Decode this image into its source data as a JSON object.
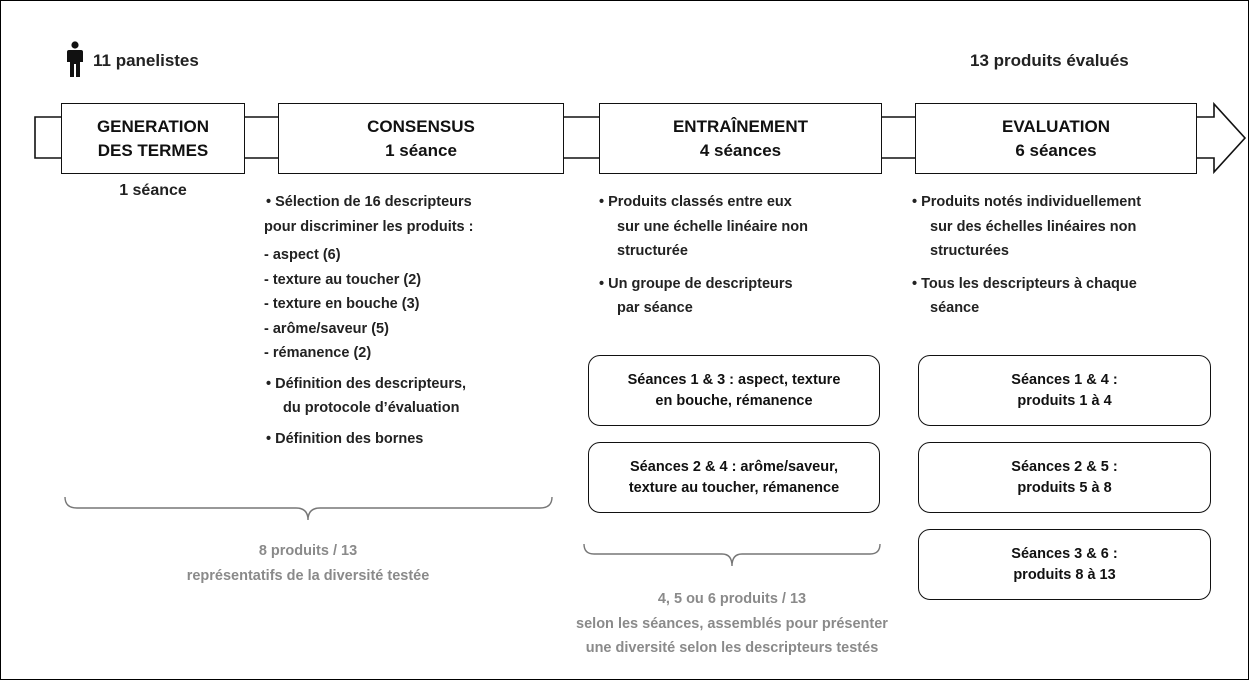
{
  "header": {
    "panelists": "11 panelistes",
    "products": "13 produits évalués"
  },
  "stages": [
    {
      "id": "generation",
      "title_line1": "GENERATION",
      "title_line2": "DES TERMES",
      "below": "1 séance"
    },
    {
      "id": "consensus",
      "title_line1": "CONSENSUS",
      "title_line2": "1 séance"
    },
    {
      "id": "entrainement",
      "title_line1": "ENTRAÎNEMENT",
      "title_line2": "4 séances"
    },
    {
      "id": "evaluation",
      "title_line1": "EVALUATION",
      "title_line2": "6 séances"
    }
  ],
  "consensus": {
    "bullet1_line1": "•  Sélection de 16 descripteurs",
    "bullet1_line2": "pour discriminer les produits :",
    "items": [
      "- aspect (6)",
      "- texture au toucher (2)",
      "- texture en bouche (3)",
      "- arôme/saveur (5)",
      "- rémanence (2)"
    ],
    "bullet2_line1": "•  Définition des descripteurs,",
    "bullet2_line2": "du protocole d’évaluation",
    "bullet3": "•  Définition des bornes",
    "brace_note_line1": "8 produits / 13",
    "brace_note_line2": "représentatifs de la diversité testée"
  },
  "entrainement": {
    "bullet1_line1": "•  Produits classés entre eux",
    "bullet1_line2": "sur une échelle linéaire non",
    "bullet1_line3": "structurée",
    "bullet2_line1": "•  Un groupe de descripteurs",
    "bullet2_line2": "par séance",
    "session_boxes": [
      {
        "line1": "Séances 1 & 3 : aspect, texture",
        "line2": "en bouche, rémanence"
      },
      {
        "line1": "Séances 2 & 4 : arôme/saveur,",
        "line2": "texture au toucher, rémanence"
      }
    ],
    "brace_note_line1": "4, 5 ou 6 produits / 13",
    "brace_note_line2": "selon les séances, assemblés pour présenter",
    "brace_note_line3": "une diversité selon les descripteurs testés"
  },
  "evaluation": {
    "bullet1_line1": "•  Produits notés individuellement",
    "bullet1_line2": "sur des échelles linéaires non",
    "bullet1_line3": "structurées",
    "bullet2_line1": "•  Tous les descripteurs à chaque",
    "bullet2_line2": "séance",
    "session_boxes": [
      {
        "line1": "Séances 1 & 4 :",
        "line2": "produits 1 à 4"
      },
      {
        "line1": "Séances 2 & 5 :",
        "line2": "produits 5 à 8"
      },
      {
        "line1": "Séances 3 & 6 :",
        "line2": "produits 8 à 13"
      }
    ]
  },
  "colors": {
    "ink": "#111111",
    "note_grey": "#8a8a8a",
    "brace_grey": "#777777"
  },
  "icons": [
    "person-icon"
  ]
}
